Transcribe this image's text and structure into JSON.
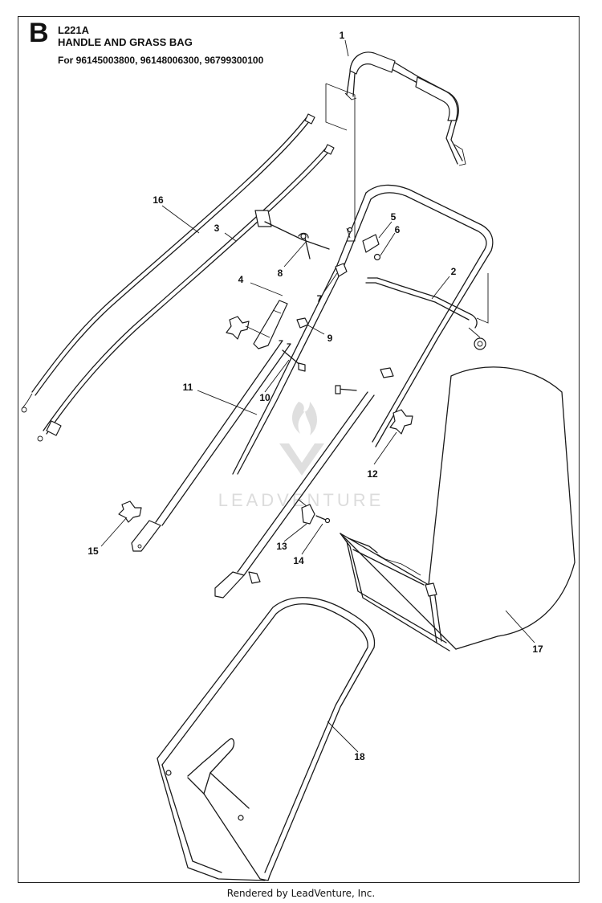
{
  "header": {
    "section_letter": "B",
    "code": "L221A",
    "title": "HANDLE AND GRASS BAG",
    "models": "For 96145003800, 96148006300, 96799300100"
  },
  "watermark": {
    "text": "LEADVENTURE"
  },
  "callouts": [
    {
      "id": "p1",
      "label": "1"
    },
    {
      "id": "p2",
      "label": "2"
    },
    {
      "id": "p3",
      "label": "3"
    },
    {
      "id": "p4",
      "label": "4"
    },
    {
      "id": "p5",
      "label": "5"
    },
    {
      "id": "p6",
      "label": "6"
    },
    {
      "id": "p7",
      "label": "7"
    },
    {
      "id": "p8",
      "label": "8"
    },
    {
      "id": "p9",
      "label": "9"
    },
    {
      "id": "p10",
      "label": "10"
    },
    {
      "id": "p11",
      "label": "11"
    },
    {
      "id": "p12",
      "label": "12"
    },
    {
      "id": "p13",
      "label": "13"
    },
    {
      "id": "p14",
      "label": "14"
    },
    {
      "id": "p15",
      "label": "15"
    },
    {
      "id": "p16",
      "label": "16"
    },
    {
      "id": "p17",
      "label": "17"
    },
    {
      "id": "p18",
      "label": "18"
    }
  ],
  "footer": {
    "text": "Rendered by LeadVenture, Inc."
  }
}
